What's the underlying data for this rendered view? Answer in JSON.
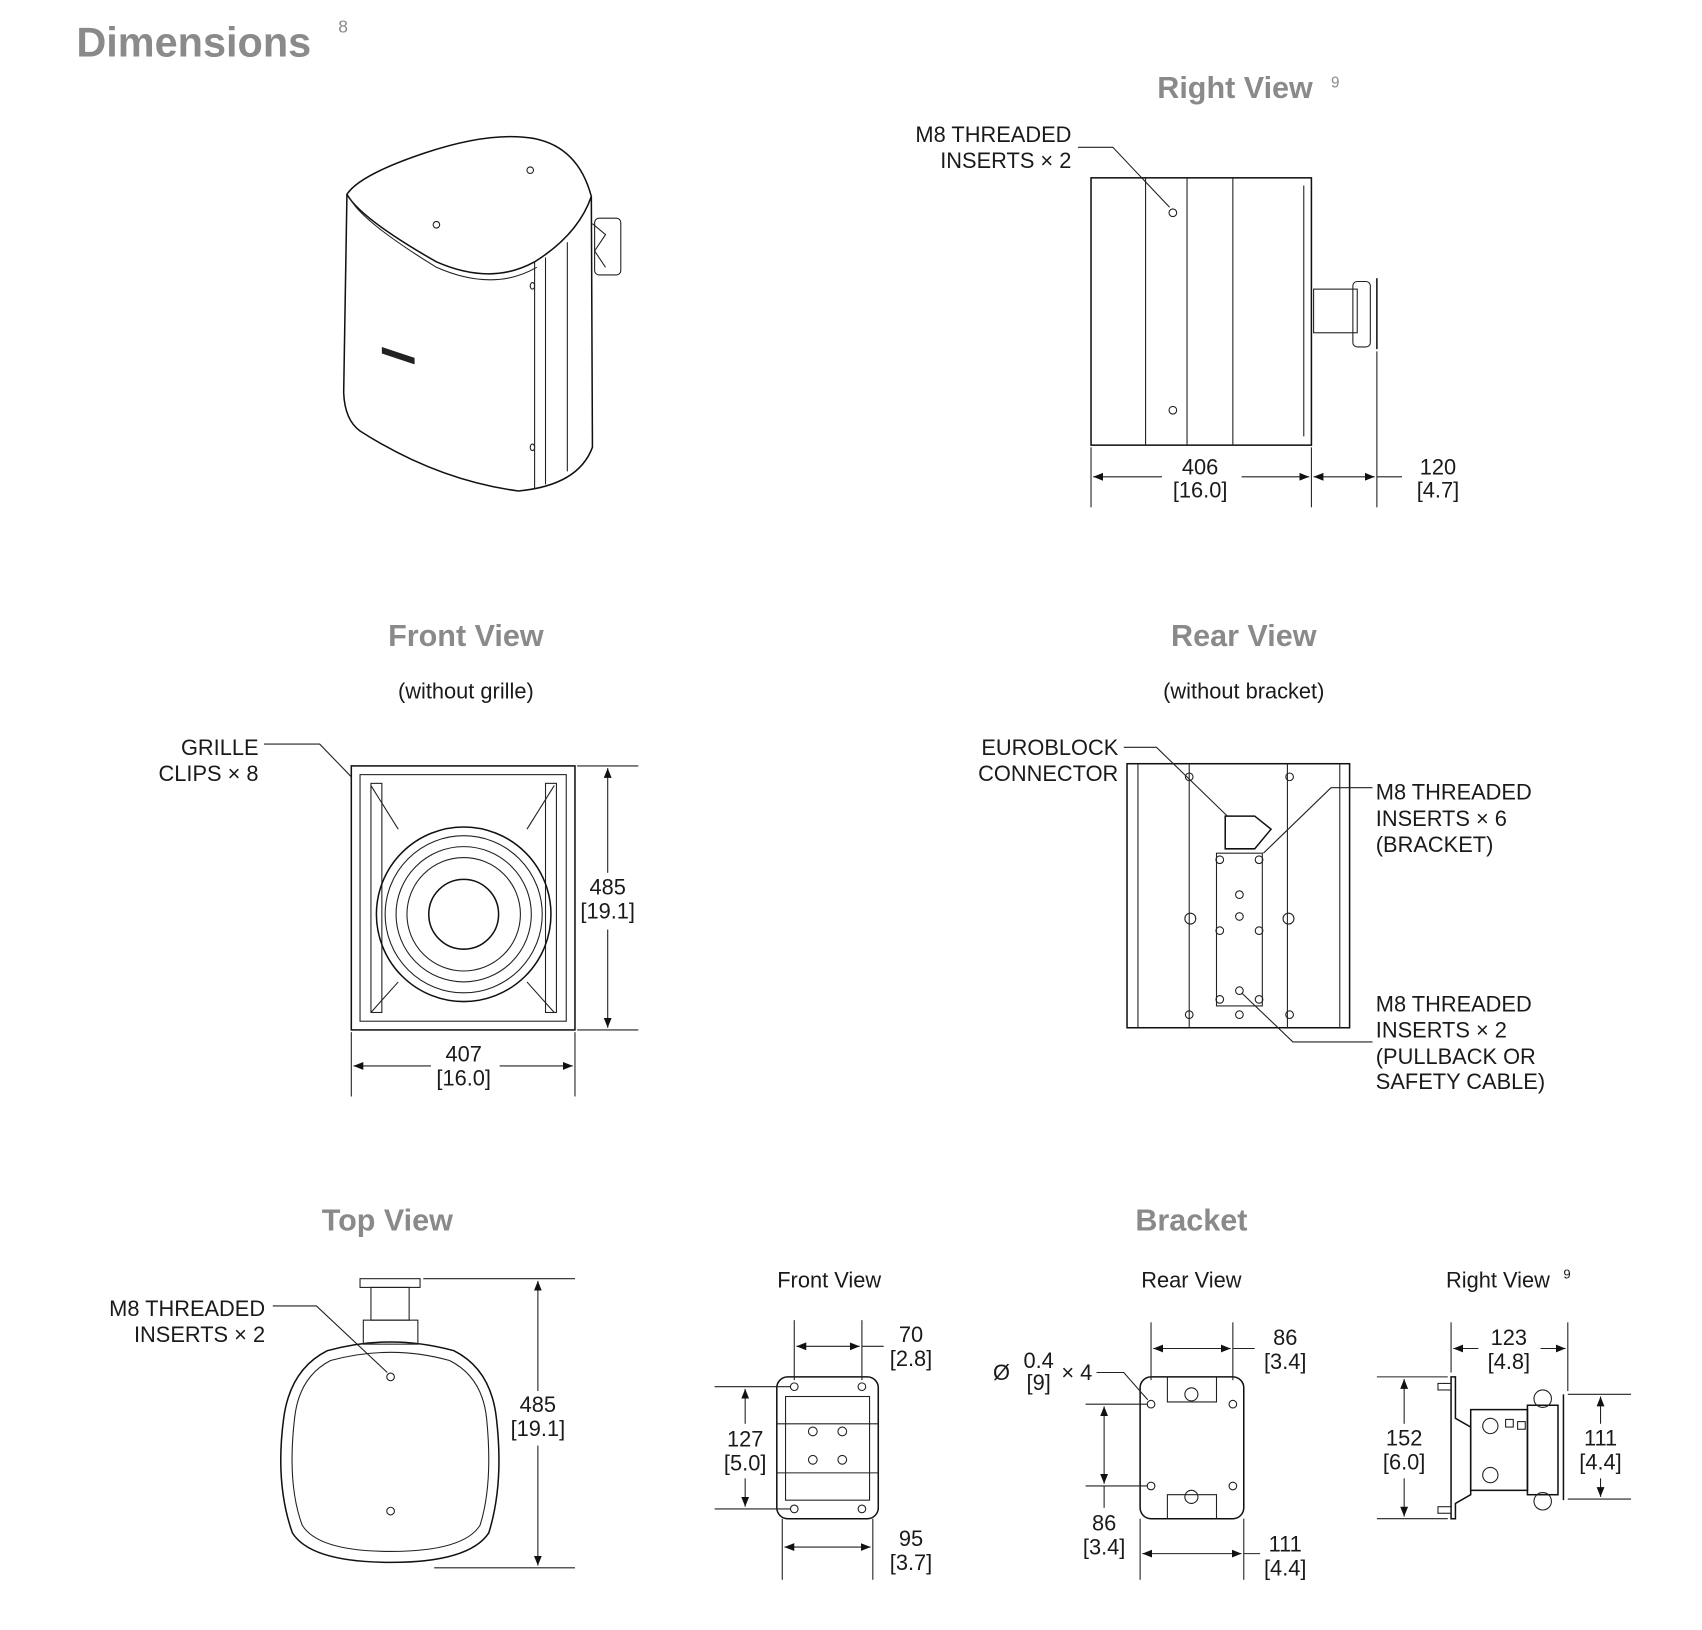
{
  "title": "Dimensions",
  "title_footnote": "8",
  "right_view": {
    "title": "Right View",
    "footnote": "9",
    "callout": [
      "M8 THREADED",
      "INSERTS × 2"
    ],
    "depth": [
      "406",
      "[16.0]"
    ],
    "bracket_depth": [
      "120",
      "[4.7]"
    ]
  },
  "front_view": {
    "title": "Front View",
    "subtitle": "(without grille)",
    "callout": [
      "GRILLE",
      "CLIPS × 8"
    ],
    "height": [
      "485",
      "[19.1]"
    ],
    "width": [
      "407",
      "[16.0]"
    ]
  },
  "rear_view": {
    "title": "Rear View",
    "subtitle": "(without bracket)",
    "callout_euroblock": [
      "EUROBLOCK",
      "CONNECTOR"
    ],
    "callout_bracket": [
      "M8 THREADED",
      "INSERTS × 6",
      "(BRACKET)"
    ],
    "callout_pullback": [
      "M8 THREADED",
      "INSERTS × 2",
      "(PULLBACK OR",
      "SAFETY CABLE)"
    ]
  },
  "top_view": {
    "title": "Top View",
    "callout": [
      "M8 THREADED",
      "INSERTS × 2"
    ],
    "depth": [
      "485",
      "[19.1]"
    ]
  },
  "bracket": {
    "title": "Bracket",
    "front": {
      "label": "Front View",
      "top": [
        "70",
        "[2.8]"
      ],
      "left": [
        "127",
        "[5.0]"
      ],
      "bottom": [
        "95",
        "[3.7]"
      ]
    },
    "rear": {
      "label": "Rear View",
      "top": [
        "86",
        "[3.4]"
      ],
      "hole": [
        "Ø",
        "0.4",
        "[9]",
        "× 4"
      ],
      "left": [
        "86",
        "[3.4]"
      ],
      "bottom": [
        "111",
        "[4.4]"
      ]
    },
    "right": {
      "label": "Right View",
      "footnote": "9",
      "top": [
        "123",
        "[4.8]"
      ],
      "left": [
        "152",
        "[6.0]"
      ],
      "right": [
        "111",
        "[4.4]"
      ]
    }
  }
}
